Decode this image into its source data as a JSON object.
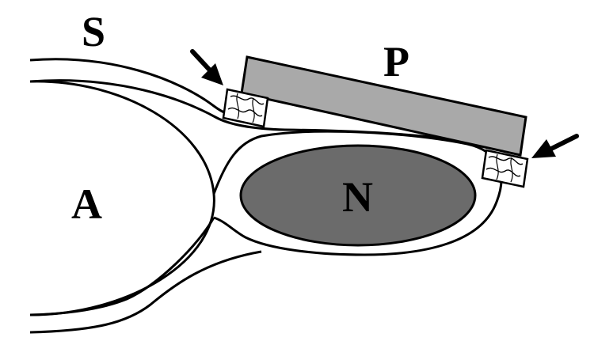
{
  "diagram": {
    "labels": {
      "s": "S",
      "p": "P",
      "a": "A",
      "n": "N"
    },
    "colors": {
      "background": "#ffffff",
      "outline": "#000000",
      "plate": "#a9a9a9",
      "nucleus": "#6b6b6b",
      "cell_fill": "#ffffff"
    },
    "icons": [
      "arrow-left-pointer-icon",
      "arrow-right-pointer-icon"
    ]
  }
}
